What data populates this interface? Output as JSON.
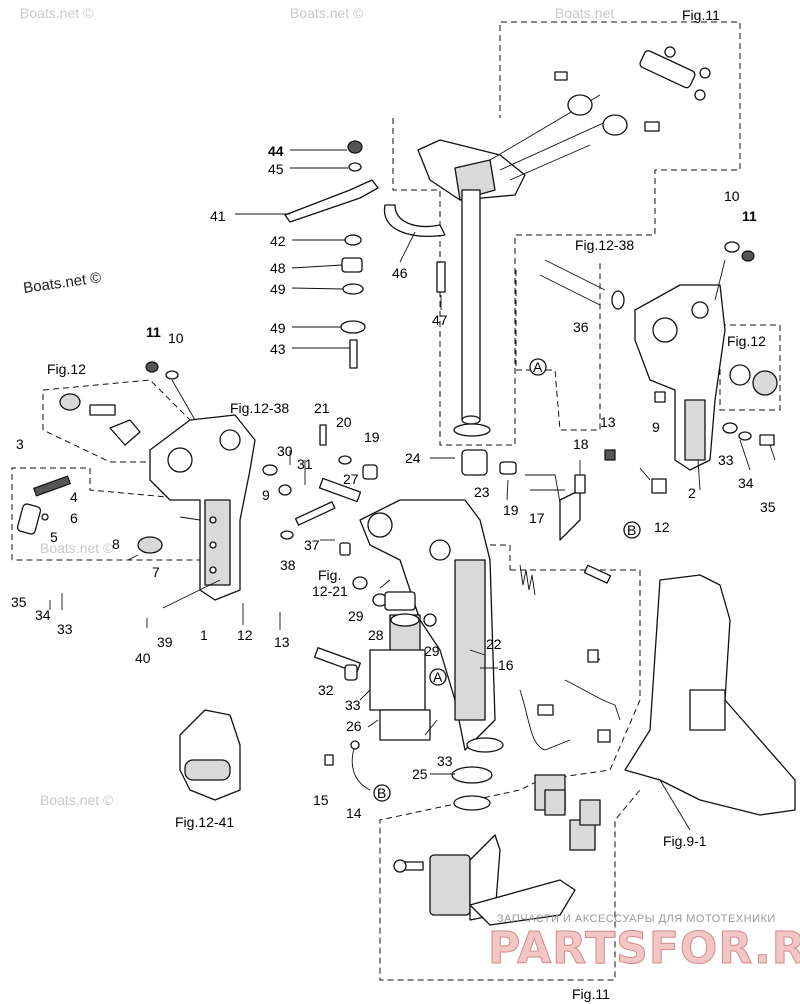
{
  "watermarks": {
    "corner": "Boats.net ©",
    "tiled": [
      "Boats.net ©",
      "Boats.net ©",
      "Boats.net",
      "Boats.net ©",
      "Boats.net ©"
    ]
  },
  "figure_refs": {
    "fig11_top": "Fig.11",
    "fig11_bottom": "Fig.11",
    "fig12_left": "Fig.12",
    "fig12_right": "Fig.12",
    "fig12_38_left": "Fig.12-38",
    "fig12_38_right": "Fig.12-38",
    "fig12_21_line1": "Fig.",
    "fig12_21_line2": "12-21",
    "fig12_41": "Fig.12-41",
    "fig9_1": "Fig.9-1"
  },
  "callouts": {
    "c1": "1",
    "c2": "2",
    "c3": "3",
    "c4": "4",
    "c5": "5",
    "c6": "6",
    "c7": "7",
    "c8": "8",
    "c9a": "9",
    "c9b": "9",
    "c10a": "10",
    "c10b": "10",
    "c11a": "11",
    "c11b": "11",
    "c12a": "12",
    "c12b": "12",
    "c13a": "13",
    "c13b": "13",
    "c14": "14",
    "c15": "15",
    "c16": "16",
    "c17": "17",
    "c18": "18",
    "c19a": "19",
    "c19b": "19",
    "c20": "20",
    "c21": "21",
    "c22": "22",
    "c23": "23",
    "c24": "24",
    "c25": "25",
    "c26": "26",
    "c27": "27",
    "c28": "28",
    "c29a": "29",
    "c29b": "29",
    "c30": "30",
    "c31": "31",
    "c32": "32",
    "c33a": "33",
    "c33b": "33",
    "c33c": "33",
    "c33d": "33",
    "c34a": "34",
    "c34b": "34",
    "c35a": "35",
    "c35b": "35",
    "c36": "36",
    "c37": "37",
    "c38": "38",
    "c39": "39",
    "c40": "40",
    "c41": "41",
    "c42": "42",
    "c43": "43",
    "c44": "44",
    "c45": "45",
    "c46": "46",
    "c47": "47",
    "c48": "48",
    "c49a": "49",
    "c49b": "49"
  },
  "connectors": {
    "a1": "A",
    "a2": "A",
    "b1": "B",
    "b2": "B"
  },
  "logo": {
    "subtitle": "ЗАПЧАСТИ И АКСЕССУАРЫ ДЛЯ МОТОТЕХНИКИ",
    "name": "PARTSFOR.RU"
  }
}
